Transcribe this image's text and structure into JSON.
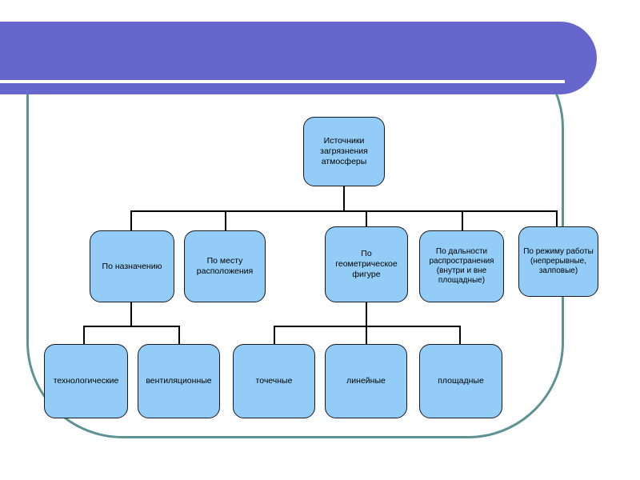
{
  "slide": {
    "background_color": "#ffffff",
    "banner_color": "#6666cc",
    "banner_rule_color": "#ffffff",
    "frame_color": "#5f9293",
    "node_fill_color": "#93cdf7",
    "node_border_color": "#18181f",
    "connector_color": "#000000"
  },
  "diagram": {
    "type": "tree",
    "root": {
      "id": "root",
      "label": "Источники загрязнения атмосферы"
    },
    "level2": [
      {
        "id": "l2-naznachenie",
        "label": "По назначению"
      },
      {
        "id": "l2-mesto",
        "label": "По месту расположения"
      },
      {
        "id": "l2-figura",
        "label": "По геометрическое фигуре"
      },
      {
        "id": "l2-dalnost",
        "label": "По дальности распространения (внутри и вне площадные)"
      },
      {
        "id": "l2-rezhim",
        "label": "По режиму работы (непрерывные, залповые)"
      }
    ],
    "level3": [
      {
        "id": "l3-tehnologicheskie",
        "label": "технологические",
        "parent": "l2-naznachenie"
      },
      {
        "id": "l3-ventilyacionnye",
        "label": "вентиляционные",
        "parent": "l2-naznachenie"
      },
      {
        "id": "l3-tochechnye",
        "label": "точечные",
        "parent": "l2-figura"
      },
      {
        "id": "l3-lineynye",
        "label": "линейные",
        "parent": "l2-figura"
      },
      {
        "id": "l3-ploshchadnye",
        "label": "площадные",
        "parent": "l2-figura"
      }
    ]
  }
}
